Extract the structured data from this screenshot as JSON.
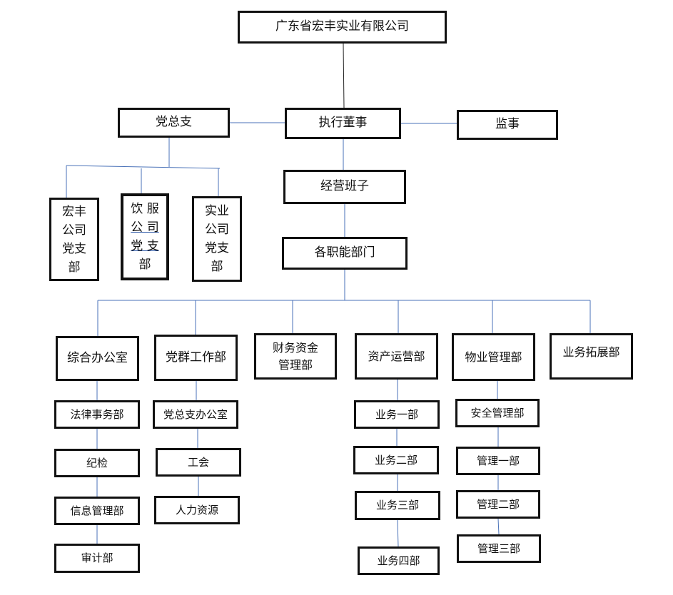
{
  "diagram": {
    "root": "广东省宏丰实业有限公司",
    "center": "执行董事",
    "left": "党总支",
    "right": "监事",
    "management": "经营班子",
    "functional": "各职能部门",
    "branches": [
      {
        "lines": [
          "宏丰",
          "公司",
          "党支",
          "部"
        ]
      },
      {
        "lines": [
          "饮 服",
          "公 司",
          "党 支",
          "部"
        ]
      },
      {
        "lines": [
          "实业",
          "公司",
          "党支",
          "部"
        ]
      }
    ],
    "departments": {
      "general": "综合办公室",
      "party": "党群工作部",
      "finance": [
        "财务资金",
        "管理部"
      ],
      "assets": "资产运营部",
      "property": "物业管理部",
      "business": "业务拓展部"
    },
    "general_subs": [
      "法律事务部",
      "纪检",
      "信息管理部",
      "审计部"
    ],
    "party_subs": [
      "党总支办公室",
      "工会",
      "人力资源"
    ],
    "assets_subs": [
      "业务一部",
      "业务二部",
      "业务三部",
      "业务四部"
    ],
    "property_subs": [
      "安全管理部",
      "管理一部",
      "管理二部",
      "管理三部"
    ]
  },
  "colors": {
    "connector": "#4a72b8",
    "root_link": "#222222",
    "border": "#111111"
  }
}
